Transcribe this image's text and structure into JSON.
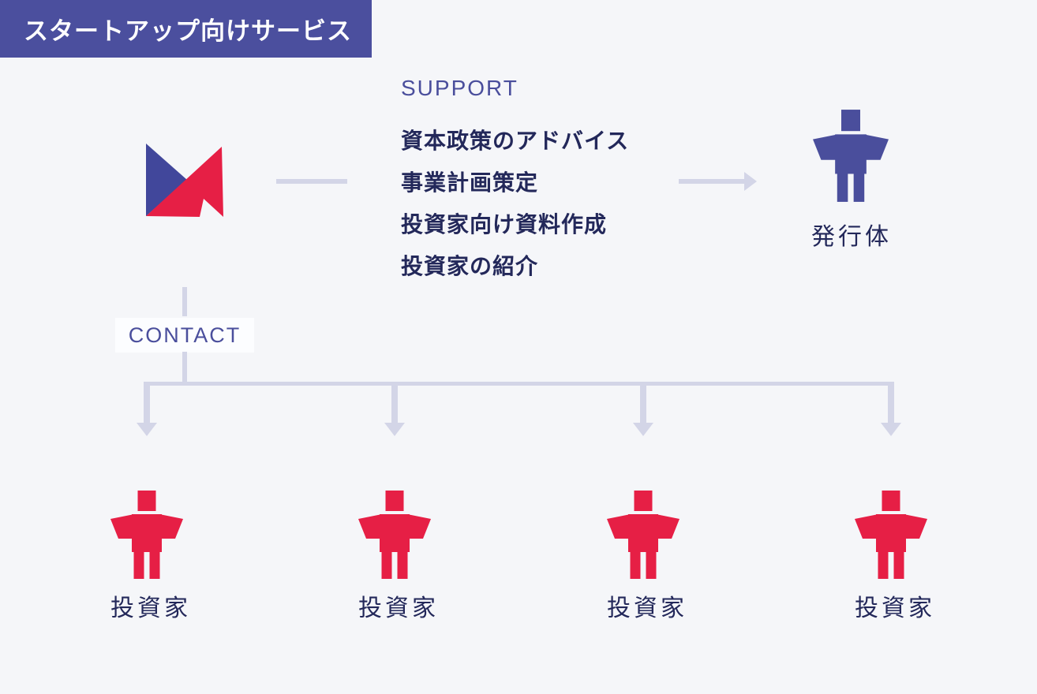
{
  "colors": {
    "bg": "#f5f6f9",
    "banner-bg": "#4b4f9e",
    "indigo": "#4a4e9c",
    "navy": "#23285a",
    "red": "#e61f45",
    "logo-blue": "#41479b",
    "line": "#d3d5e7",
    "contact-bg": "#fcfdff",
    "white": "#ffffff"
  },
  "banner": {
    "title": "スタートアップ向けサービス"
  },
  "support": {
    "heading": "SUPPORT",
    "items": [
      "資本政策のアドバイス",
      "事業計画策定",
      "投資家向け資料作成",
      "投資家の紹介"
    ]
  },
  "contact": {
    "heading": "CONTACT"
  },
  "issuer": {
    "label": "発行体"
  },
  "investors": {
    "items": [
      {
        "label": "投資家"
      },
      {
        "label": "投資家"
      },
      {
        "label": "投資家"
      },
      {
        "label": "投資家"
      }
    ]
  },
  "icons": {
    "logo": "m-mark-logo",
    "person": "person-figure-icon"
  }
}
